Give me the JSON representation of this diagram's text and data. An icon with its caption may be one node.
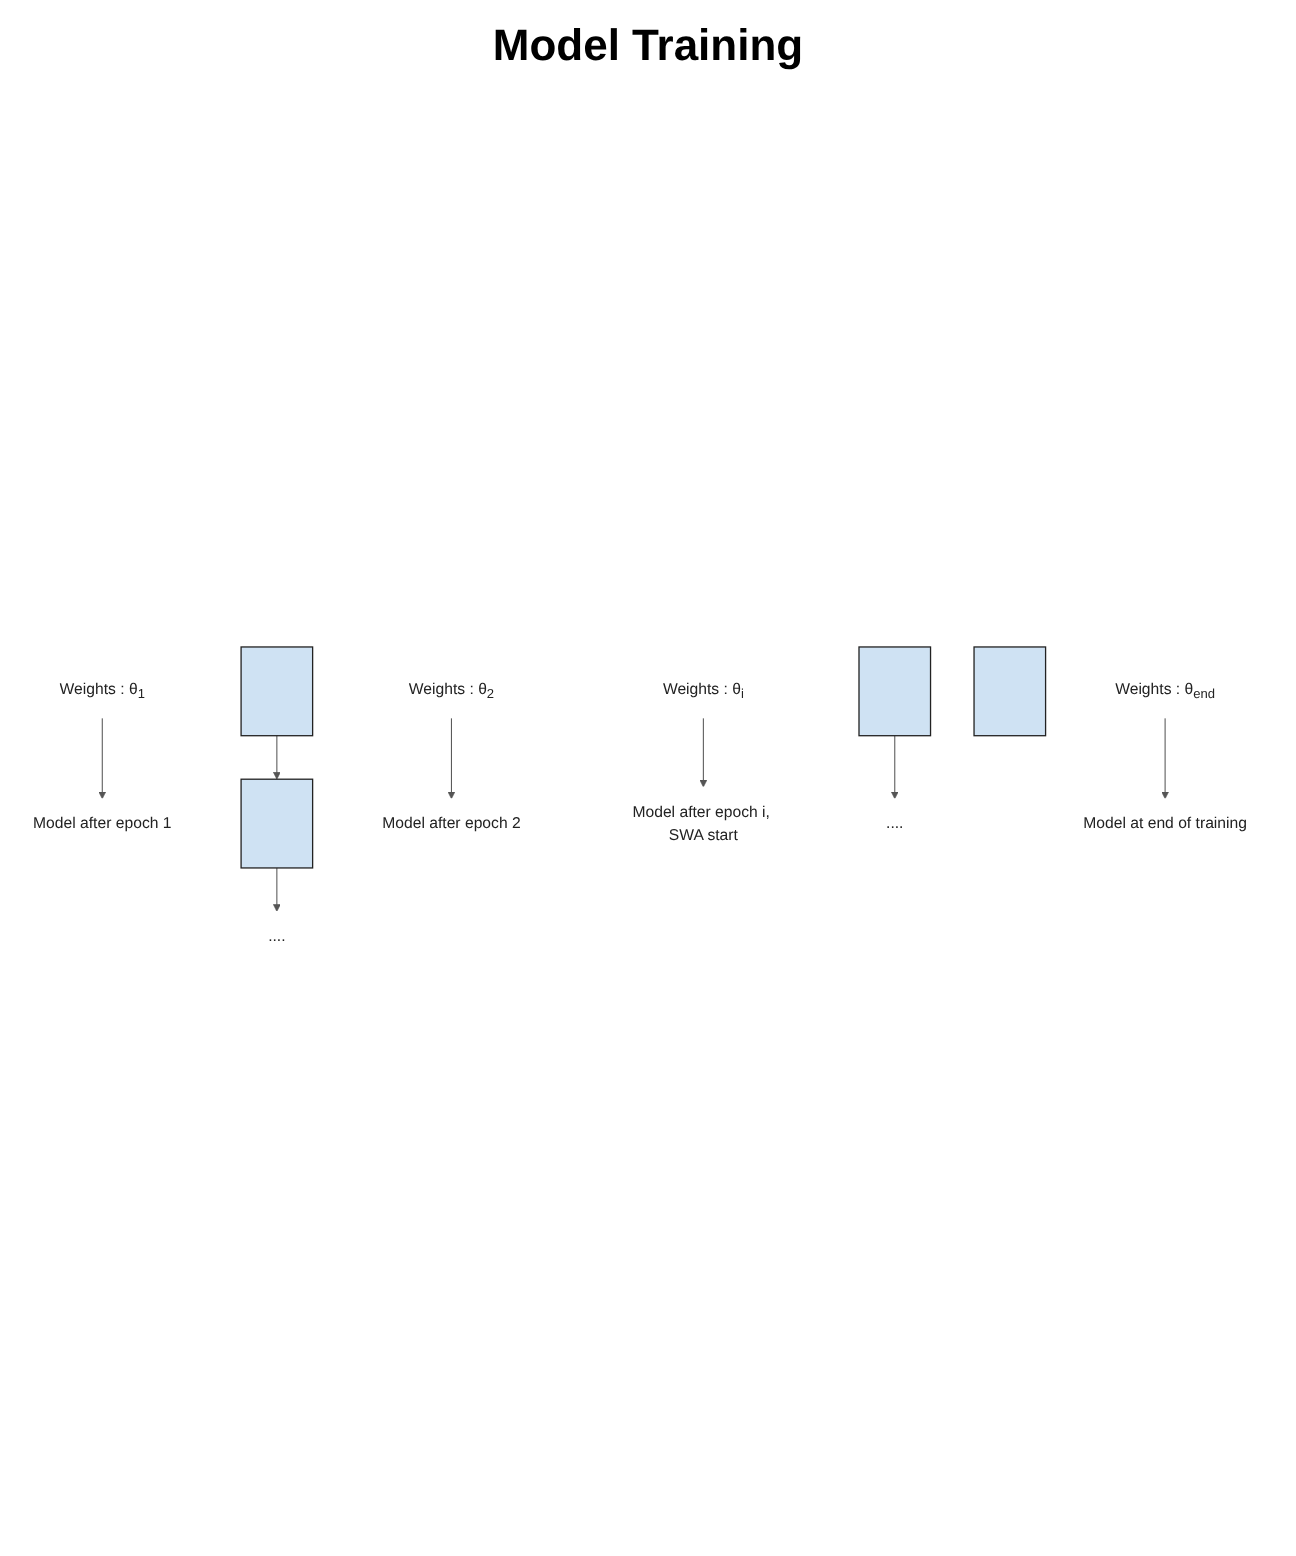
{
  "diagram": {
    "title": "Model Training",
    "nodes": [
      {
        "text": [],
        "shape": "box"
      },
      {
        "text": [
          "Model after epoch 1"
        ]
      },
      {
        "text": [
          "Weights : θ$_{1}$"
        ]
      },
      {
        "text": [],
        "shape": "box"
      },
      {
        "text": [
          "Model after epoch 2"
        ]
      },
      {
        "text": [
          "Weights : θ$_{2}$"
        ]
      },
      {
        "text": [
          "...."
        ]
      },
      {
        "text": [],
        "shape": "box"
      },
      {
        "text": [
          "Model after epoch i, SWA start"
        ]
      },
      {
        "text": [
          "Weights : θ$_{i}$"
        ]
      },
      {
        "text": [
          "...."
        ]
      },
      {
        "text": [],
        "shape": "box"
      },
      {
        "text": [
          "Model at end of training"
        ]
      },
      {
        "text": [
          "Weights : θ$_{end}$"
        ]
      }
    ],
    "edges": [
      {
        "from": 2,
        "to": 1,
        "arrow": "to"
      },
      {
        "from": 0,
        "to": 3,
        "arrow": "to"
      },
      {
        "from": 5,
        "to": 4,
        "arrow": "to"
      },
      {
        "from": 3,
        "to": 6,
        "arrow": "to"
      },
      {
        "from": 9,
        "to": 8,
        "arrow": "to"
      },
      {
        "from": 7,
        "to": 10,
        "arrow": "to"
      },
      {
        "from": 13,
        "to": 12,
        "arrow": "to"
      }
    ]
  }
}
